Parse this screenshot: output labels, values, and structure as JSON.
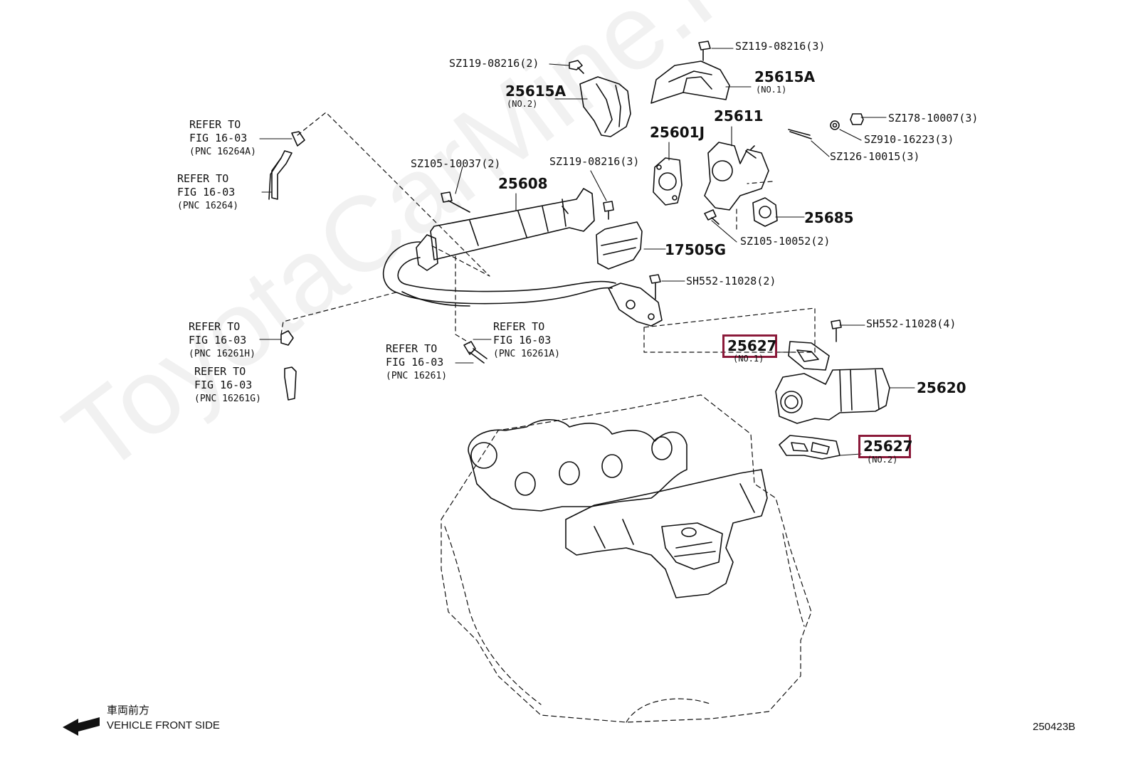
{
  "watermark": "ToyotaCarMine.ru",
  "parts": {
    "p25615A_no2": {
      "number": "25615A",
      "sub": "(NO.2)"
    },
    "p25615A_no1": {
      "number": "25615A",
      "sub": "(NO.1)"
    },
    "p25611": {
      "number": "25611"
    },
    "p25601J": {
      "number": "25601J"
    },
    "p25608": {
      "number": "25608"
    },
    "p17505G": {
      "number": "17505G"
    },
    "p25685": {
      "number": "25685"
    },
    "p25620": {
      "number": "25620"
    },
    "p25627_no1": {
      "number": "25627",
      "sub": "(NO.1)"
    },
    "p25627_no2": {
      "number": "25627",
      "sub": "(NO.2)"
    }
  },
  "bolts": {
    "b1": "SZ119-08216(2)",
    "b2": "SZ119-08216(3)",
    "b3": "SZ178-10007(3)",
    "b4": "SZ910-16223(3)",
    "b5": "SZ126-10015(3)",
    "b6": "SZ105-10037(2)",
    "b7": "SZ119-08216(3)",
    "b8": "SZ105-10052(2)",
    "b9": "SH552-11028(2)",
    "b10": "SH552-11028(4)"
  },
  "refs": {
    "r1": {
      "line1": "REFER TO",
      "line2": "FIG 16-03",
      "line3": "(PNC 16264A)"
    },
    "r2": {
      "line1": "REFER TO",
      "line2": "FIG 16-03",
      "line3": "(PNC 16264)"
    },
    "r3": {
      "line1": "REFER TO",
      "line2": "FIG 16-03",
      "line3": "(PNC 16261H)"
    },
    "r4": {
      "line1": "REFER TO",
      "line2": "FIG 16-03",
      "line3": "(PNC 16261G)"
    },
    "r5": {
      "line1": "REFER TO",
      "line2": "FIG 16-03",
      "line3": "(PNC 16261A)"
    },
    "r6": {
      "line1": "REFER TO",
      "line2": "FIG 16-03",
      "line3": "(PNC 16261)"
    }
  },
  "footer": {
    "front_jp": "車両前方",
    "front_en": "VEHICLE FRONT SIDE",
    "code": "250423B"
  },
  "colors": {
    "highlight": "#8b1a3a",
    "line": "#111111"
  }
}
